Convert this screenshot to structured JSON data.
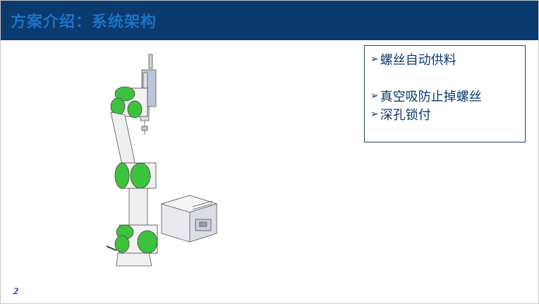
{
  "header": {
    "title": "方案介绍：系统架构"
  },
  "bullets": [
    {
      "marker": "➢",
      "text": "螺丝自动供料"
    },
    {
      "marker": "➢",
      "text": "真空吸防止掉螺丝"
    },
    {
      "marker": "➢",
      "text": "深孔锁付"
    }
  ],
  "footer": {
    "page_number": "2"
  },
  "colors": {
    "header_bg": "#0b3a6e",
    "title": "#1e72c7",
    "robot_joint": "#3cc23c",
    "bullet_text": "#0b3a6e"
  },
  "icons": {
    "bullet_marker": "right-arrow-bullet-icon"
  }
}
